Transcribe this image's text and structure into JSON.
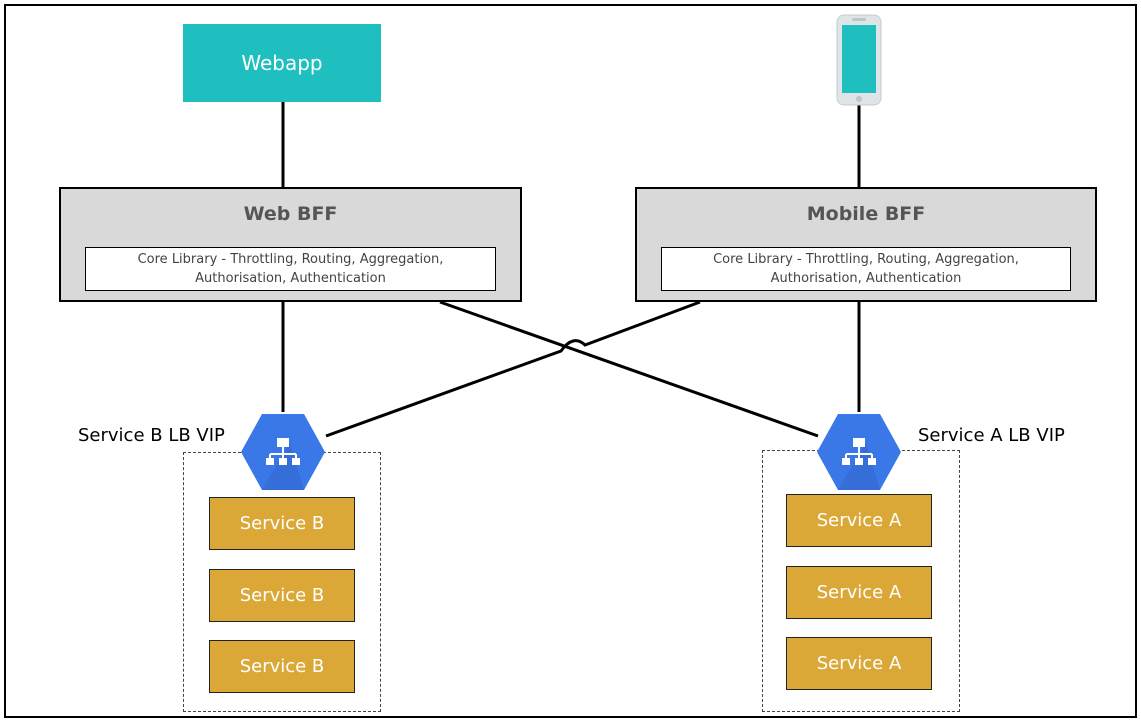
{
  "webapp": {
    "label": "Webapp"
  },
  "web_bff": {
    "title": "Web BFF",
    "core_library": [
      "Core Library - Throttling, Routing, Aggregation,",
      "Authorisation, Authentication"
    ]
  },
  "mobile_bff": {
    "title": "Mobile BFF",
    "core_library": [
      "Core Library - Throttling, Routing, Aggregation,",
      "Authorisation, Authentication"
    ]
  },
  "service_b_vip": {
    "label": "Service B LB VIP",
    "instances": [
      "Service B",
      "Service B",
      "Service B"
    ]
  },
  "service_a_vip": {
    "label": "Service A LB VIP",
    "instances": [
      "Service A",
      "Service A",
      "Service A"
    ]
  },
  "colors": {
    "client": "#1fbfbf",
    "bff": "#d9d9d9",
    "service": "#dba838",
    "load_balancer": "#3b78e7"
  },
  "icons": {
    "mobile_client": "phone-icon",
    "load_balancer": "load-balancer-icon"
  }
}
